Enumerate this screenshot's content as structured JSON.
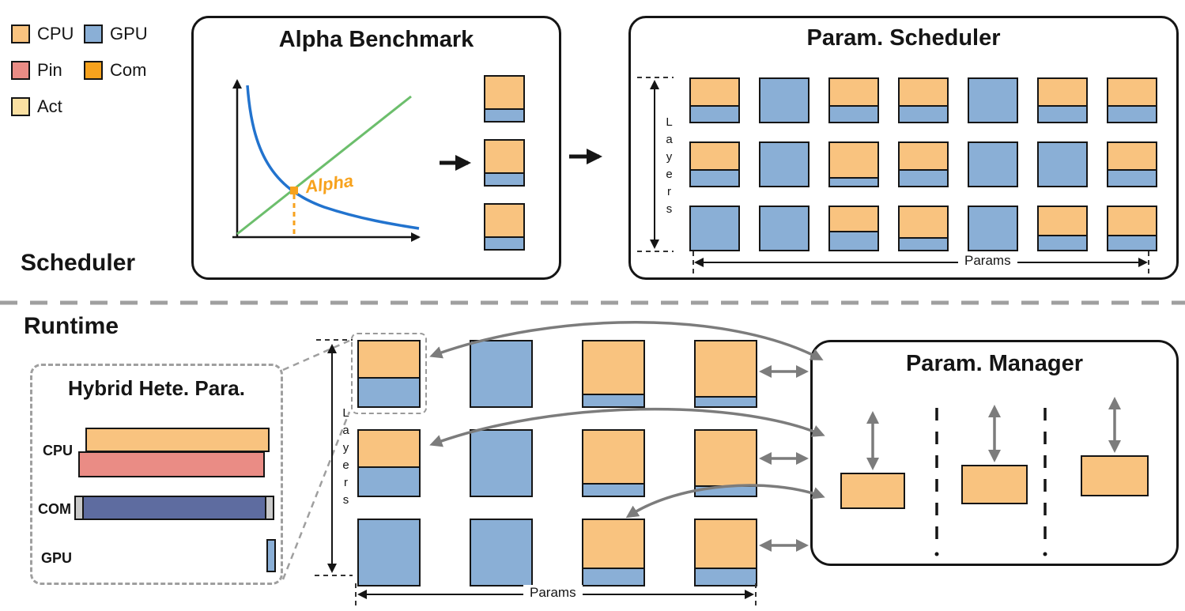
{
  "colors": {
    "cpu": "#F9C37F",
    "gpu": "#8AAFD6",
    "pin": "#EA8C85",
    "com": "#F7A21D",
    "act": "#FBE0A2",
    "com_bar": "#5E6CA0",
    "com_bar_cap": "#C9C9C9",
    "arrow_gray": "#7C7C7C",
    "line_green": "#6CBE6C",
    "curve_blue": "#2273CE",
    "dash_gray": "#9F9F9F",
    "ink": "#151515"
  },
  "legend": {
    "items": [
      {
        "id": "cpu",
        "label": "CPU"
      },
      {
        "id": "gpu",
        "label": "GPU"
      },
      {
        "id": "pin",
        "label": "Pin"
      },
      {
        "id": "com",
        "label": "Com"
      },
      {
        "id": "act",
        "label": "Act"
      }
    ]
  },
  "scheduler": {
    "section_label": "Scheduler",
    "alpha_benchmark": {
      "title": "Alpha Benchmark",
      "alpha_point_label": "Alpha",
      "output_stack": [
        [
          {
            "cpu": 0.72
          }
        ],
        [
          {
            "cpu": 0.72
          }
        ],
        [
          {
            "cpu": 0.72
          }
        ]
      ]
    },
    "param_scheduler": {
      "title": "Param. Scheduler",
      "layers_label": "Layers",
      "params_label": "Params",
      "grid": [
        [
          {
            "cpu": 0.62
          },
          {
            "cpu": 0
          },
          {
            "cpu": 0.62
          },
          {
            "cpu": 0.62
          },
          {
            "cpu": 0
          },
          {
            "cpu": 0.62
          },
          {
            "cpu": 0.62
          }
        ],
        [
          {
            "cpu": 0.62
          },
          {
            "cpu": 0
          },
          {
            "cpu": 0.8
          },
          {
            "cpu": 0.62
          },
          {
            "cpu": 0
          },
          {
            "cpu": 0
          },
          {
            "cpu": 0.62
          }
        ],
        [
          {
            "cpu": 0
          },
          {
            "cpu": 0
          },
          {
            "cpu": 0.55
          },
          {
            "cpu": 0.7
          },
          {
            "cpu": 0
          },
          {
            "cpu": 0.65
          },
          {
            "cpu": 0.65
          }
        ]
      ]
    }
  },
  "runtime": {
    "section_label": "Runtime",
    "hybrid": {
      "title": "Hybrid Hete. Para.",
      "cpu_label": "CPU",
      "com_label": "COM",
      "gpu_label": "GPU"
    },
    "grid_labels": {
      "layers_label": "Layers",
      "params_label": "Params"
    },
    "grid": [
      [
        {
          "cpu": 0.55
        },
        {
          "cpu": 0
        },
        {
          "cpu": 0.8
        },
        {
          "cpu": 0.84
        }
      ],
      [
        {
          "cpu": 0.55
        },
        {
          "cpu": 0
        },
        {
          "cpu": 0.8
        },
        {
          "cpu": 0.84
        }
      ],
      [
        {
          "cpu": 0
        },
        {
          "cpu": 0
        },
        {
          "cpu": 0.73
        },
        {
          "cpu": 0.73
        }
      ]
    ],
    "param_manager": {
      "title": "Param. Manager"
    }
  }
}
